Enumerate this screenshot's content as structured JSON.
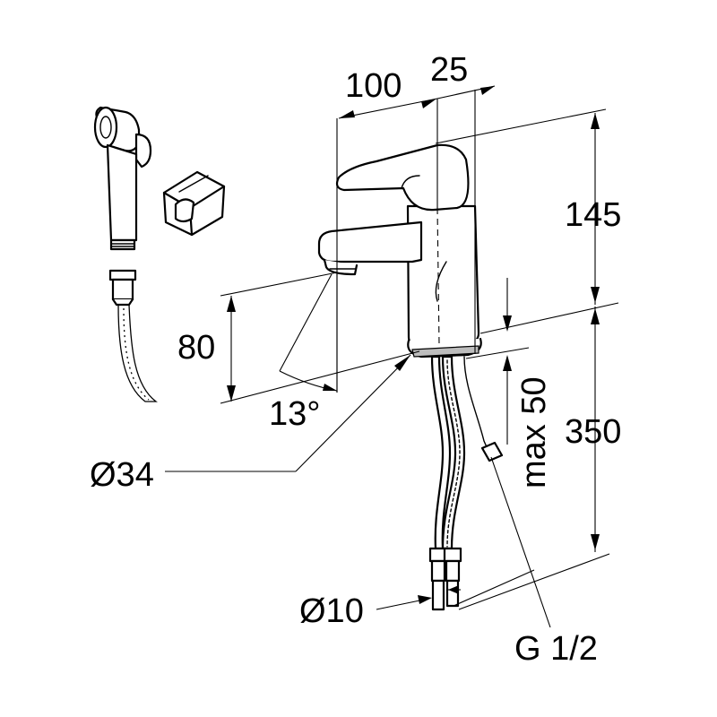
{
  "labels": {
    "width_100": "100",
    "width_25": "25",
    "height_145": "145",
    "height_80": "80",
    "angle_13": "13°",
    "dia_34": "Ø34",
    "max_50": "max 50",
    "height_350": "350",
    "dia_10": "Ø10",
    "thread": "G 1/2"
  },
  "colors": {
    "line": "#000000",
    "background": "#ffffff",
    "shading": "#bdbdbd"
  }
}
